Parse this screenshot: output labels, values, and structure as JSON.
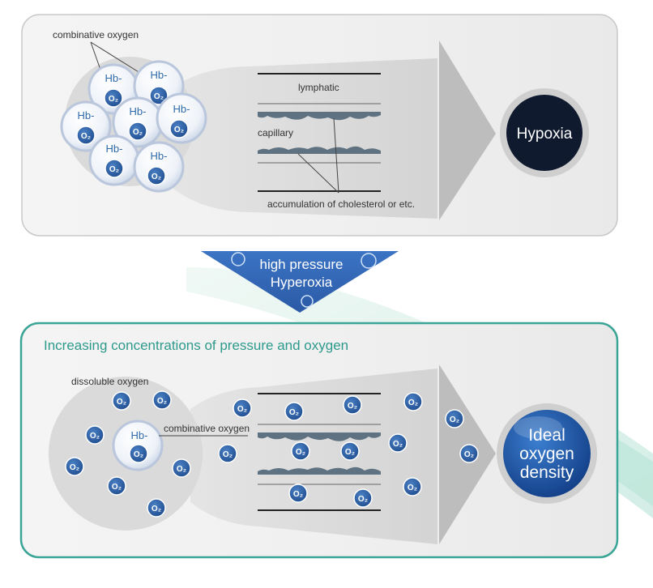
{
  "top_panel": {
    "combinative_label": "combinative oxygen",
    "hb_label": "Hb-",
    "o2_label": "O₂",
    "lymphatic_label": "lymphatic",
    "capillary_label": "capillary",
    "accumulation_label": "accumulation of cholesterol or etc.",
    "result_label": "Hypoxia"
  },
  "middle_arrow": {
    "line1": "high pressure",
    "line2": "Hyperoxia"
  },
  "bottom_panel": {
    "title": "Increasing concentrations of pressure and oxygen",
    "dissoluble_label": "dissoluble oxygen",
    "combinative_label": "combinative oxygen",
    "hb_label": "Hb-",
    "o2_label": "O₂",
    "result_line1": "Ideal",
    "result_line2": "oxygen",
    "result_line3": "density"
  },
  "colors": {
    "o2_blue": "#2e62a4",
    "hypoxia_dark": "#0f1a2e",
    "ideal_blue": "#1f55a8",
    "bottom_border": "#3aa596",
    "arrow_blue": "#2f63b1",
    "title_green": "#2e9a8c"
  }
}
